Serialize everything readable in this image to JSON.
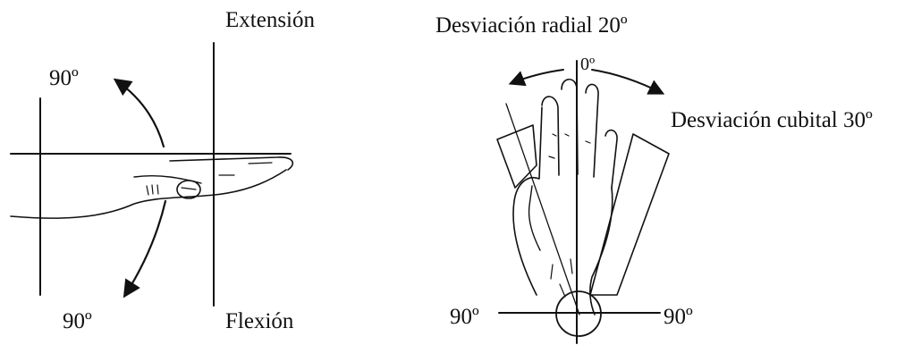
{
  "left_panel": {
    "extension_label": "Extensión",
    "flexion_label": "Flexión",
    "angle_top_label": "90º",
    "angle_bottom_label": "90º"
  },
  "right_panel": {
    "radial_label": "Desviación radial 20º",
    "cubital_label": "Desviación cubital 30º",
    "neutral_label": "0º",
    "angle_left_label": "90º",
    "angle_right_label": "90º"
  },
  "colors": {
    "ink": "#111111",
    "background": "#ffffff"
  }
}
